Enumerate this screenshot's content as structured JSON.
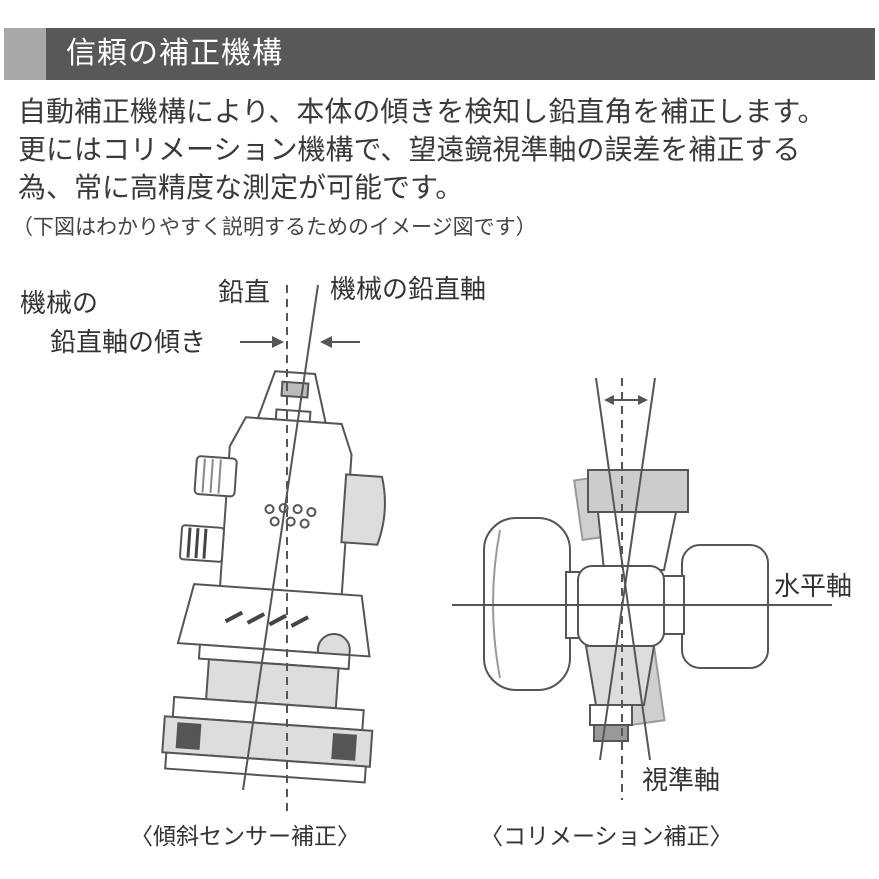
{
  "header": {
    "title": "信頼の補正機構"
  },
  "body": {
    "line1": "自動補正機構により、本体の傾きを検知し鉛直角を補正します。",
    "line2": "更にはコリメーション機構で、望遠鏡視準軸の誤差を補正する",
    "line3": "為、常に高精度な測定が可能です。",
    "note": "（下図はわかりやすく説明するためのイメージ図です）"
  },
  "diagram_left": {
    "label_tilt_line1": "機械の",
    "label_tilt_line2": "鉛直軸の傾き",
    "label_vertical": "鉛直",
    "label_machine_axis": "機械の鉛直軸",
    "caption": "〈傾斜センサー補正〉"
  },
  "diagram_right": {
    "label_horizontal_axis": "水平軸",
    "label_sight_axis": "視準軸",
    "caption": "〈コリメーション補正〉"
  },
  "colors": {
    "header_bg": "#58585a",
    "header_accent": "#a7a8aa",
    "line": "#555555",
    "fill_gray": "#c8c8c8"
  }
}
